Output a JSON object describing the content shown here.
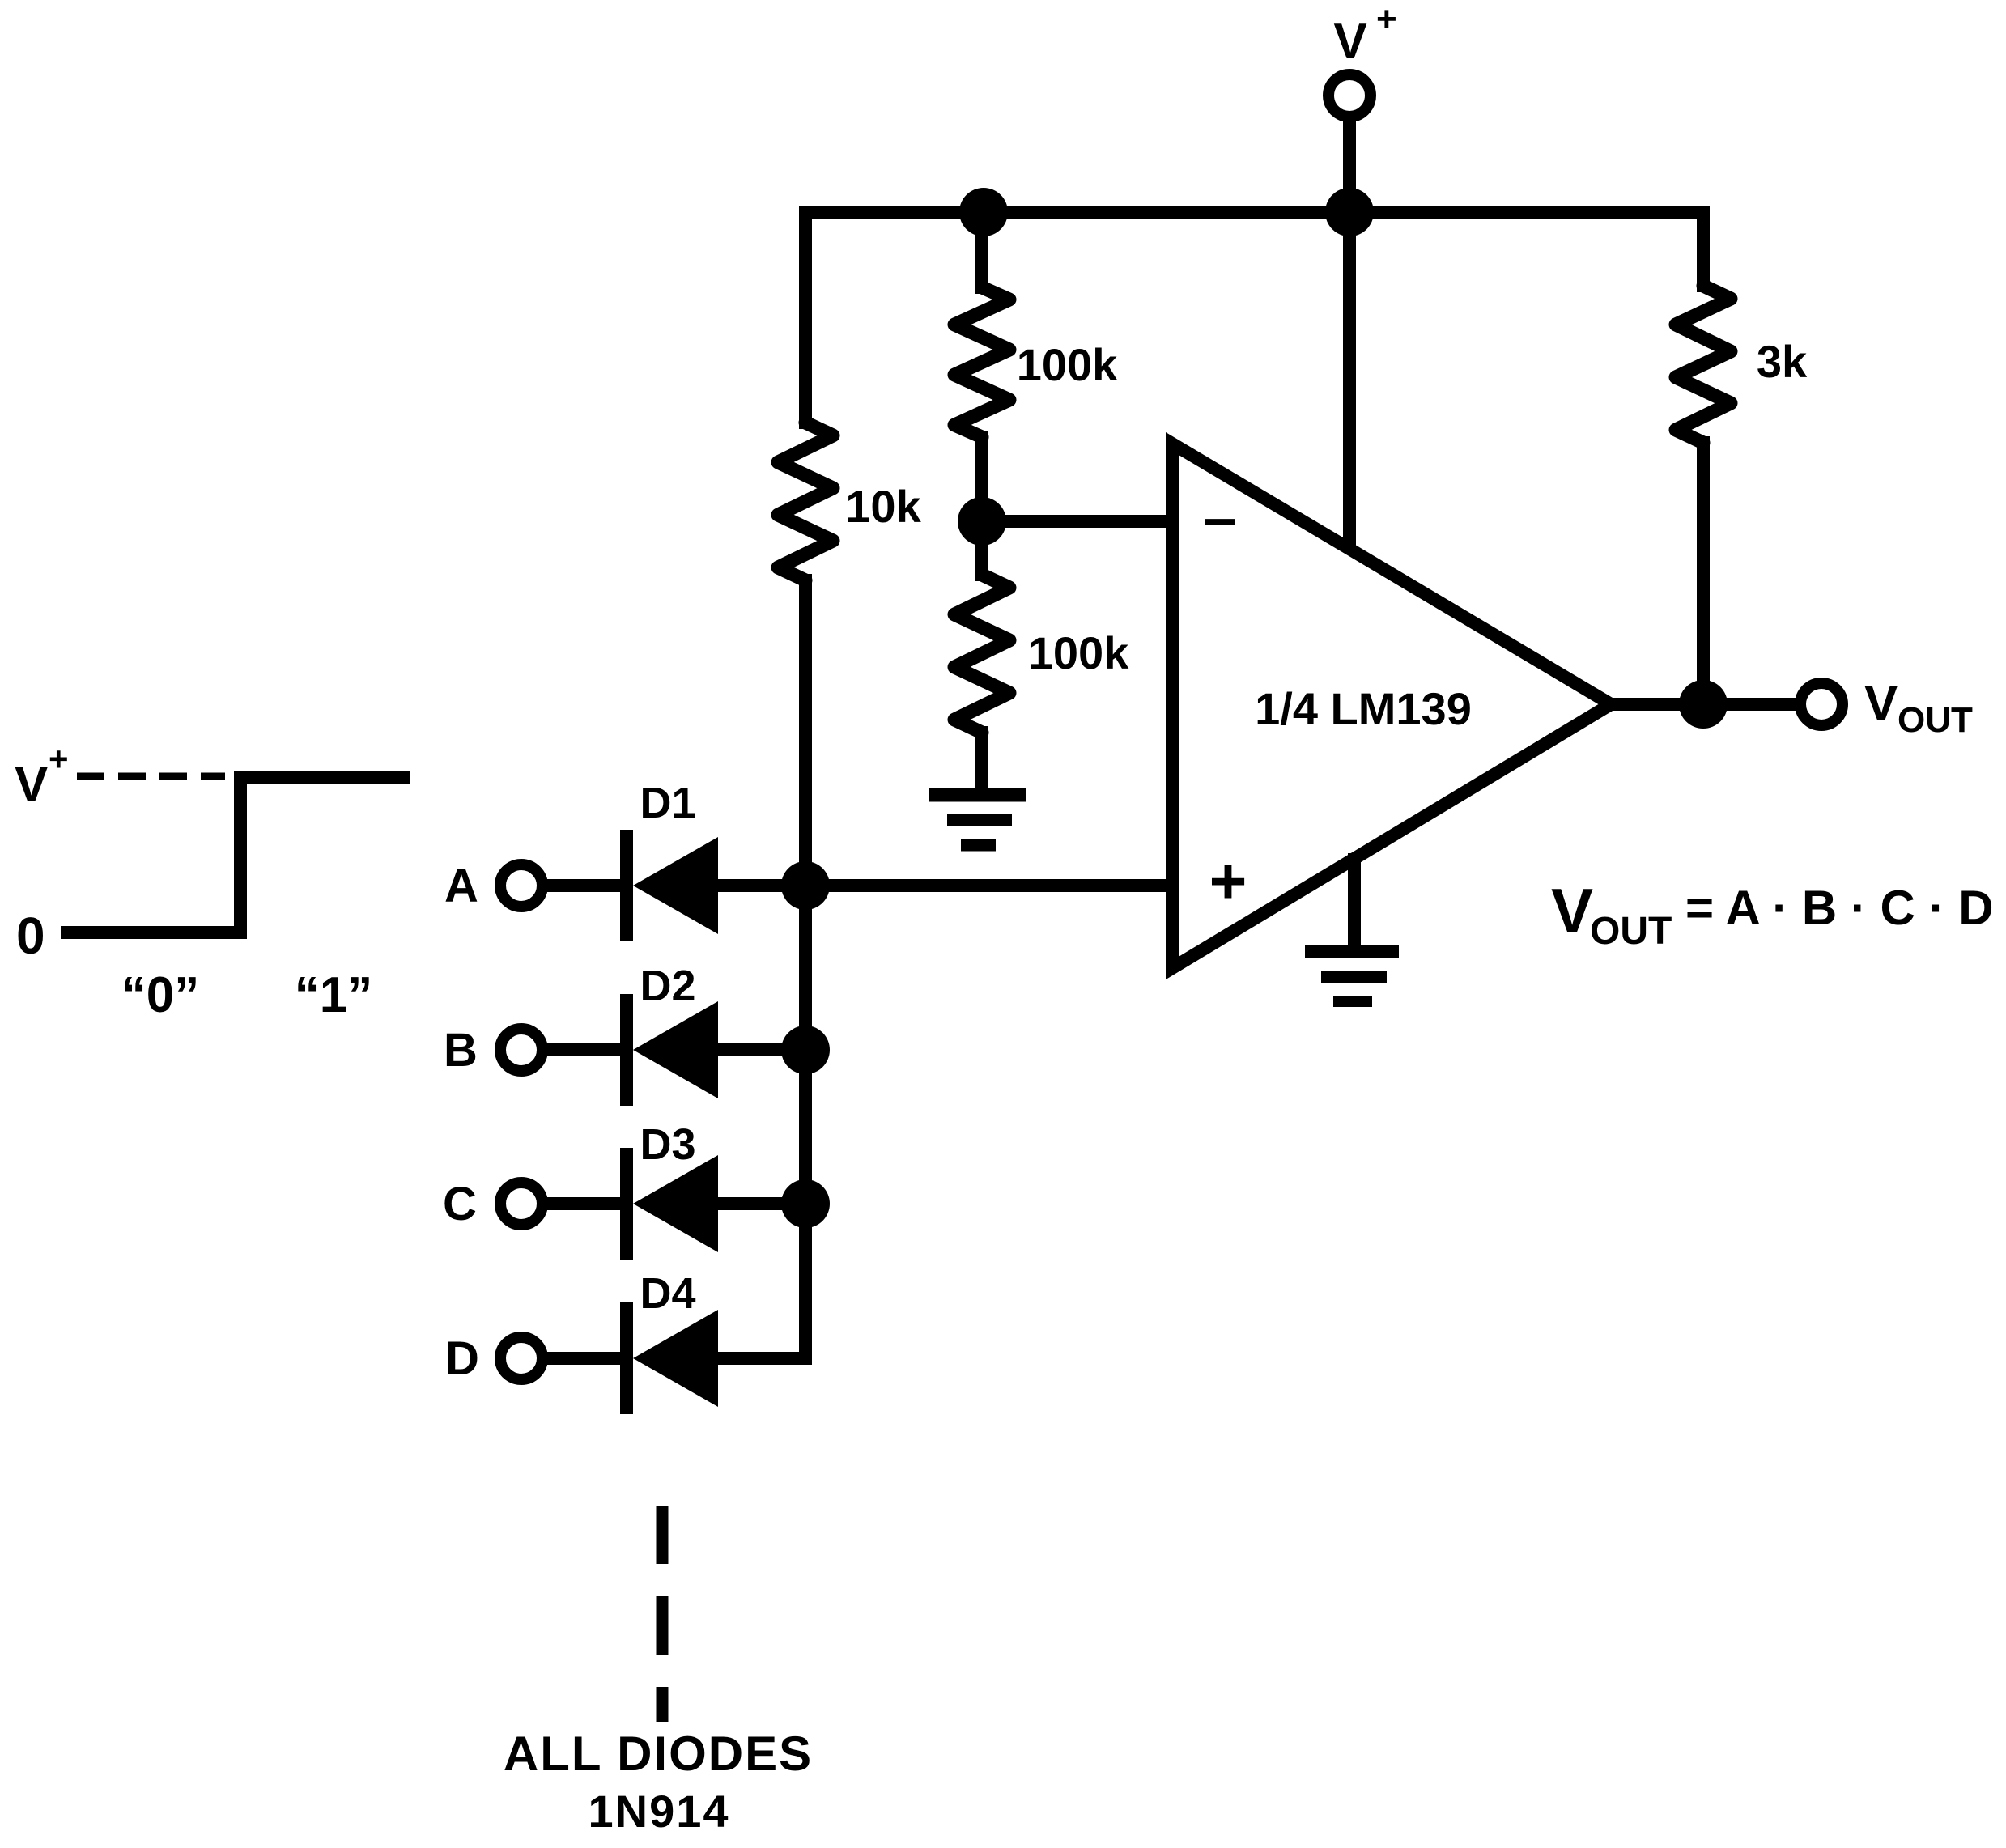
{
  "colors": {
    "ink": "#000000",
    "background": "#ffffff"
  },
  "supply": {
    "v": "V",
    "plus": "+"
  },
  "waveform": {
    "v": "V",
    "plus": "+",
    "zero": "0",
    "state0": "“0”",
    "state1": "“1”"
  },
  "inputs": {
    "a": "A",
    "b": "B",
    "c": "C",
    "d": "D"
  },
  "diodes": {
    "d1": "D1",
    "d2": "D2",
    "d3": "D3",
    "d4": "D4",
    "note1": "ALL DIODES",
    "note2": "1N914"
  },
  "resistors": {
    "r10k": "10k",
    "r100k_top": "100k",
    "r100k_bottom": "100k",
    "r3k": "3k"
  },
  "comparator": {
    "label": "1/4 LM139",
    "minus_icon": "−",
    "plus_icon": "+"
  },
  "output": {
    "v": "V",
    "sub": "OUT",
    "eq_v": "V",
    "eq_sub": "OUT",
    "eq_rest": "= A · B · C · D"
  }
}
